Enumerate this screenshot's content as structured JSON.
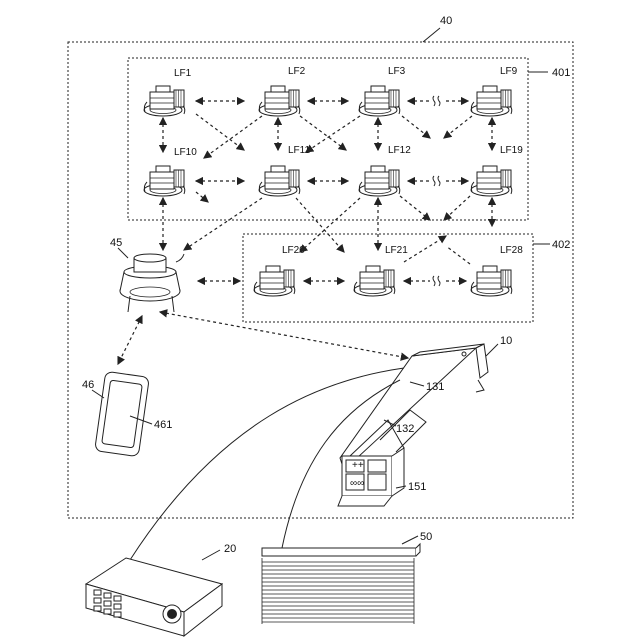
{
  "labels": {
    "system": "40",
    "group1": "401",
    "group2": "402",
    "gateway": "45",
    "phone": "46",
    "phone_screen": "461",
    "driver": "10",
    "driver_part1": "131",
    "driver_part2": "132",
    "terminal": "151",
    "projector": "20",
    "blind": "50"
  },
  "lights": [
    {
      "id": "lf1",
      "label": "LF1"
    },
    {
      "id": "lf2",
      "label": "LF2"
    },
    {
      "id": "lf3",
      "label": "LF3"
    },
    {
      "id": "lf9",
      "label": "LF9"
    },
    {
      "id": "lf10",
      "label": "LF10"
    },
    {
      "id": "lf11",
      "label": "LF11"
    },
    {
      "id": "lf12",
      "label": "LF12"
    },
    {
      "id": "lf19",
      "label": "LF19"
    },
    {
      "id": "lf20",
      "label": "LF20"
    },
    {
      "id": "lf21",
      "label": "LF21"
    },
    {
      "id": "lf28",
      "label": "LF28"
    }
  ],
  "terminal_marks": [
    "++",
    "∞∞"
  ]
}
